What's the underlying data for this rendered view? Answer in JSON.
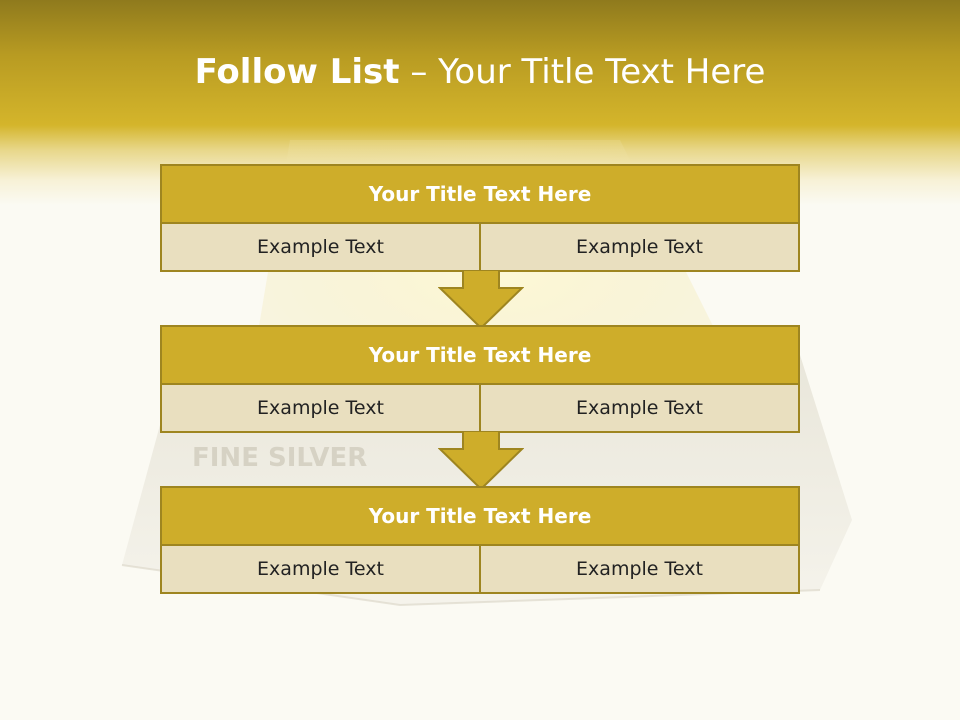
{
  "colors": {
    "accent": "#cead2a",
    "border": "#9e8520",
    "cell_bg": "#e9dfbf",
    "header_text": "#ffffff",
    "cell_text": "#222222"
  },
  "slide": {
    "title_bold": "Follow List",
    "title_rest": "– Your Title Text Here",
    "watermark_text": "FINE SILVER"
  },
  "blocks": [
    {
      "title": "Your Title Text Here",
      "left": "Example Text",
      "right": "Example Text"
    },
    {
      "title": "Your Title Text Here",
      "left": "Example Text",
      "right": "Example Text"
    },
    {
      "title": "Your Title Text Here",
      "left": "Example Text",
      "right": "Example Text"
    }
  ],
  "icons": [
    "down-arrow-icon",
    "down-arrow-icon"
  ]
}
